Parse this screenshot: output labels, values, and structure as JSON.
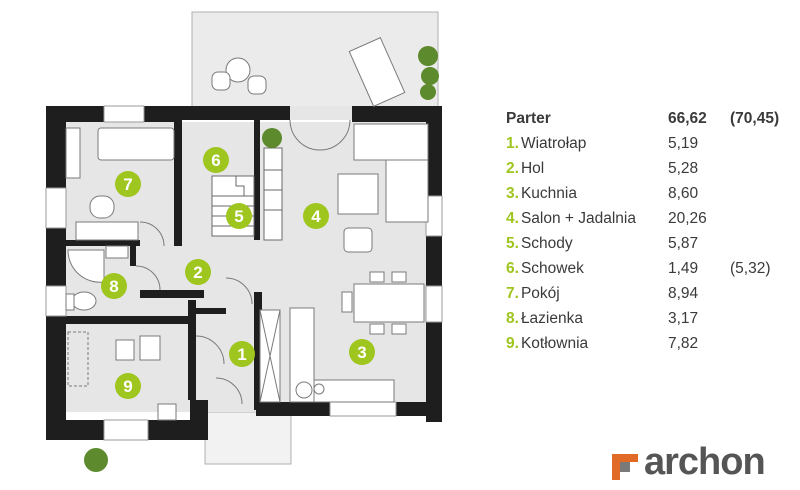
{
  "legend": {
    "header": {
      "label": "Parter",
      "area": "66,62",
      "area_alt": "(70,45)"
    },
    "rooms": [
      {
        "num": "1.",
        "name": "Wiatrołap",
        "area": "5,19",
        "area_alt": ""
      },
      {
        "num": "2.",
        "name": "Hol",
        "area": "5,28",
        "area_alt": ""
      },
      {
        "num": "3.",
        "name": "Kuchnia",
        "area": "8,60",
        "area_alt": ""
      },
      {
        "num": "4.",
        "name": "Salon + Jadalnia",
        "area": "20,26",
        "area_alt": ""
      },
      {
        "num": "5.",
        "name": "Schody",
        "area": "5,87",
        "area_alt": ""
      },
      {
        "num": "6.",
        "name": "Schowek",
        "area": "1,49",
        "area_alt": "(5,32)"
      },
      {
        "num": "7.",
        "name": "Pokój",
        "area": "8,94",
        "area_alt": ""
      },
      {
        "num": "8.",
        "name": "Łazienka",
        "area": "3,17",
        "area_alt": ""
      },
      {
        "num": "9.",
        "name": "Kotłownia",
        "area": "7,82",
        "area_alt": ""
      }
    ]
  },
  "plan_markers": [
    "1",
    "2",
    "3",
    "4",
    "5",
    "6",
    "7",
    "8",
    "9"
  ],
  "brand": {
    "name": "archon"
  },
  "colors": {
    "accent": "#9fc51f",
    "wall": "#1e1e1e",
    "floor": "#e6e6e6",
    "logo": "#e06a26",
    "text": "#3a3a3a"
  }
}
